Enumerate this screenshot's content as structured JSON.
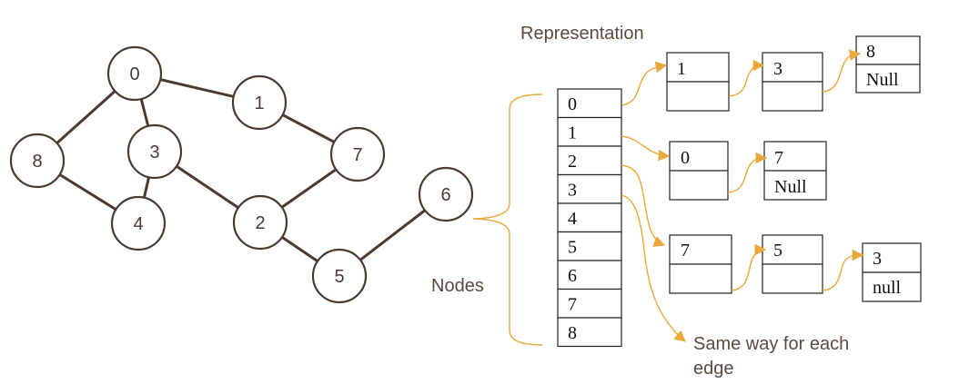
{
  "title": "Representation",
  "side_label": "Nodes",
  "note": "Same way for each edge",
  "colors": {
    "edge": "#4a3a32",
    "accent": "#e8a83a",
    "box": "#222222"
  },
  "graph": {
    "nodes": [
      {
        "label": "0"
      },
      {
        "label": "1"
      },
      {
        "label": "7"
      },
      {
        "label": "8"
      },
      {
        "label": "3"
      },
      {
        "label": "6"
      },
      {
        "label": "4"
      },
      {
        "label": "2"
      },
      {
        "label": "5"
      }
    ],
    "edges": [
      [
        "0",
        "1"
      ],
      [
        "0",
        "8"
      ],
      [
        "0",
        "3"
      ],
      [
        "1",
        "7"
      ],
      [
        "8",
        "4"
      ],
      [
        "3",
        "4"
      ],
      [
        "3",
        "2"
      ],
      [
        "7",
        "2"
      ],
      [
        "2",
        "5"
      ],
      [
        "5",
        "6"
      ]
    ]
  },
  "array": [
    "0",
    "1",
    "2",
    "3",
    "4",
    "5",
    "6",
    "7",
    "8"
  ],
  "lists": [
    {
      "row": "0",
      "entries": [
        {
          "value": "1",
          "next": ""
        },
        {
          "value": "3",
          "next": ""
        },
        {
          "value": "8",
          "next": "Null"
        }
      ]
    },
    {
      "row": "1",
      "entries": [
        {
          "value": "0",
          "next": ""
        },
        {
          "value": "7",
          "next": "Null"
        }
      ]
    },
    {
      "row": "2",
      "entries": [
        {
          "value": "7",
          "next": ""
        },
        {
          "value": "5",
          "next": ""
        },
        {
          "value": "3",
          "next": "null"
        }
      ]
    }
  ]
}
